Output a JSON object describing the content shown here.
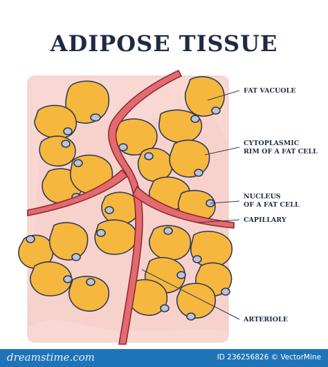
{
  "title": "ADIPOSE TISSUE",
  "labels": {
    "fat_vacuole": "FAT VACUOLE",
    "cytoplasmic_rim_1": "CYTOPLASMIC",
    "cytoplasmic_rim_2": "RIM OF A FAT CELL",
    "nucleus_1": "NUCLEUS",
    "nucleus_2": "OF A FAT CELL",
    "capillary": "CAPILLARY",
    "arteriole": "ARTERIOLE"
  },
  "colors": {
    "background_tissue": "#f9d7d3",
    "fat_cell_fill": "#f6b73f",
    "fat_cell_outline": "#2e3a55",
    "nucleus_fill": "#b9c4d6",
    "vessel_fill": "#e36a6e",
    "vessel_outline": "#8e2a32",
    "footer": "#1f74b8"
  },
  "footer": {
    "brand": "dreamstime.com",
    "id_text": "ID 236256826 © VectorMine"
  }
}
